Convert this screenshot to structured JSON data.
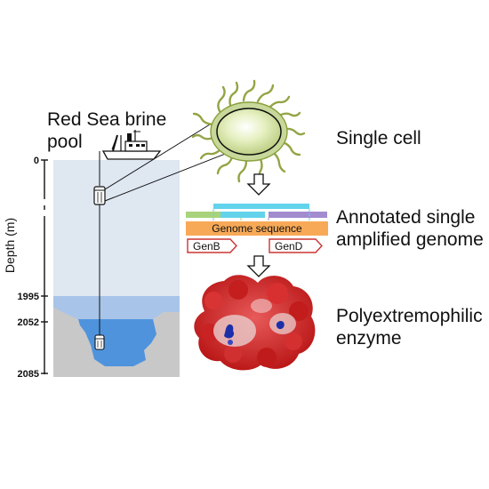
{
  "site": {
    "label_line1": "Red Sea brine",
    "label_line2": "pool"
  },
  "depth_axis": {
    "title": "Depth (m)",
    "ticks": [
      "0",
      "1995",
      "2052",
      "2085"
    ]
  },
  "steps": {
    "single_cell": "Single cell",
    "annotated_line1": "Annotated single",
    "annotated_line2": "amplified genome",
    "enzyme_line1": "Polyextremophilic",
    "enzyme_line2": "enzyme"
  },
  "genome": {
    "sequence_label": "Genome sequence",
    "gene_b": "GenB",
    "gene_d": "GenD"
  },
  "colors": {
    "water": "#dfe7f1",
    "brine_upper": "#a8c4e8",
    "brine_lower": "#4f93dd",
    "seabed": "#c8c8c8",
    "cell_body": "#d6e6a6",
    "cell_flagella": "#93a545",
    "genome_bar": "#f7a957",
    "read_cyan": "#62d3ea",
    "read_green": "#a8d37a",
    "read_purple": "#a38bcf",
    "gene_arrow": "#cc3333",
    "enzyme_red": "#d42626",
    "enzyme_blue": "#1c2fa8"
  }
}
